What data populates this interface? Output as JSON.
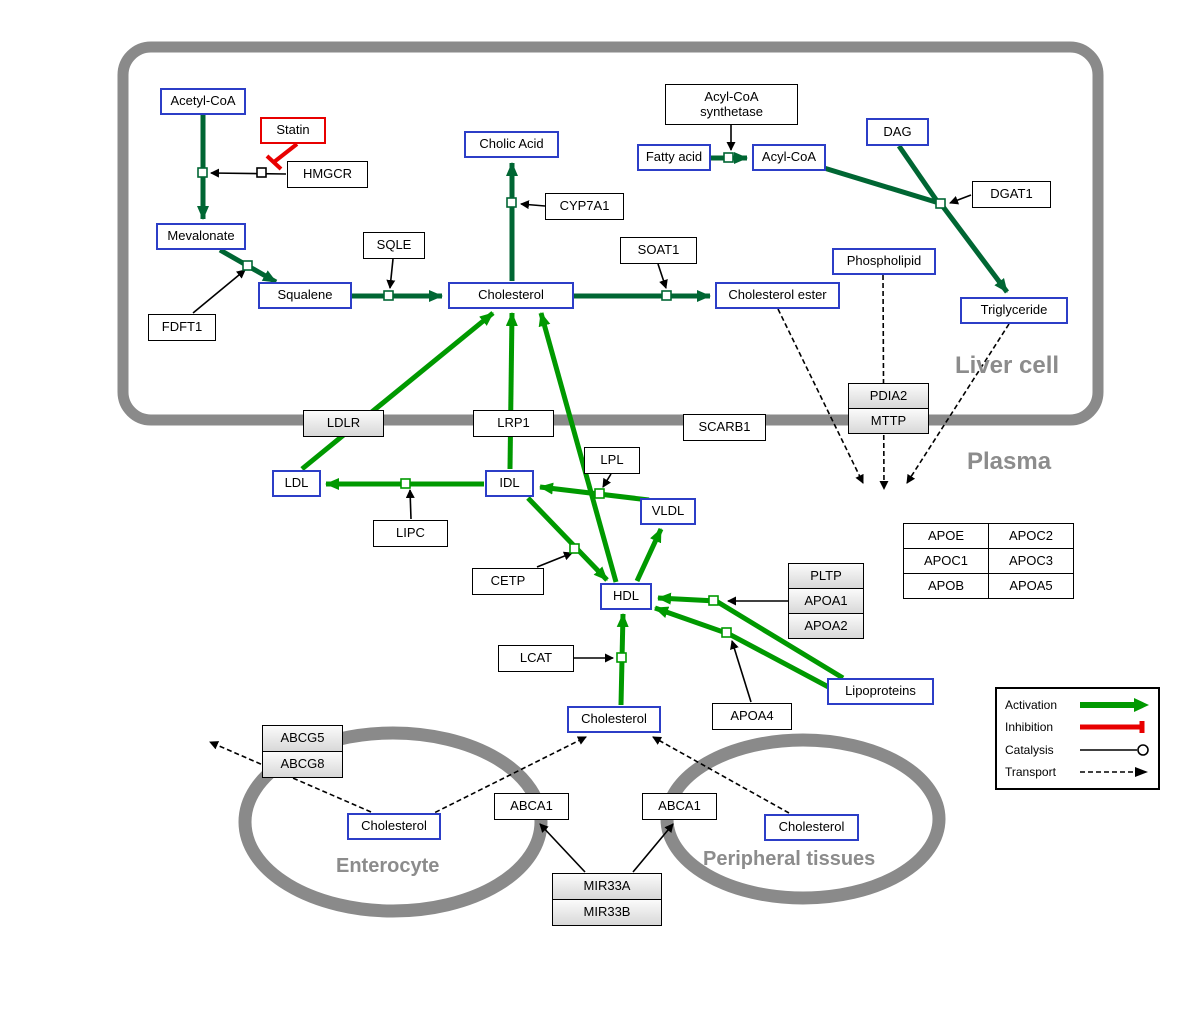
{
  "regions": {
    "liver": "Liver cell",
    "plasma": "Plasma",
    "enterocyte": "Enterocyte",
    "peripheral": "Peripheral tissues"
  },
  "nodes": {
    "acetyl_coa": "Acetyl-CoA",
    "statin": "Statin",
    "hmgcr": "HMGCR",
    "mevalonate": "Mevalonate",
    "fdft1": "FDFT1",
    "squalene": "Squalene",
    "sqle": "SQLE",
    "cholic_acid": "Cholic Acid",
    "cyp7a1": "CYP7A1",
    "cholesterol_liver": "Cholesterol",
    "soat1": "SOAT1",
    "cholesterol_ester": "Cholesterol ester",
    "acyl_coa_synthetase": "Acyl-CoA synthetase",
    "fatty_acid": "Fatty acid",
    "acyl_coa": "Acyl-CoA",
    "dag": "DAG",
    "dgat1": "DGAT1",
    "phospholipid": "Phospholipid",
    "triglyceride": "Triglyceride",
    "ldlr": "LDLR",
    "lrp1": "LRP1",
    "scarb1": "SCARB1",
    "pdia2": "PDIA2",
    "mttp": "MTTP",
    "ldl": "LDL",
    "idl": "IDL",
    "lipc": "LIPC",
    "lpl": "LPL",
    "vldl": "VLDL",
    "cetp": "CETP",
    "hdl": "HDL",
    "apoe": "APOE",
    "apoc2": "APOC2",
    "apoc1": "APOC1",
    "apoc3": "APOC3",
    "apob": "APOB",
    "apoa5": "APOA5",
    "pltp": "PLTP",
    "apoa1": "APOA1",
    "apoa2": "APOA2",
    "lcat": "LCAT",
    "apoa4": "APOA4",
    "lipoproteins": "Lipoproteins",
    "cholesterol_plasma": "Cholesterol",
    "abcg5": "ABCG5",
    "abcg8": "ABCG8",
    "cholesterol_enterocyte": "Cholesterol",
    "abca1_left": "ABCA1",
    "abca1_right": "ABCA1",
    "cholesterol_peripheral": "Cholesterol",
    "mir33a": "MIR33A",
    "mir33b": "MIR33B"
  },
  "legend": {
    "activation": "Activation",
    "inhibition": "Inhibition",
    "catalysis": "Catalysis",
    "transport": "Transport"
  },
  "colors": {
    "activation_green": "#009900",
    "conversion_green": "#006633",
    "inhibition_red": "#e80000",
    "metabolite_border_blue": "#2c3ec7",
    "membrane_gray": "#8a8a8a"
  }
}
